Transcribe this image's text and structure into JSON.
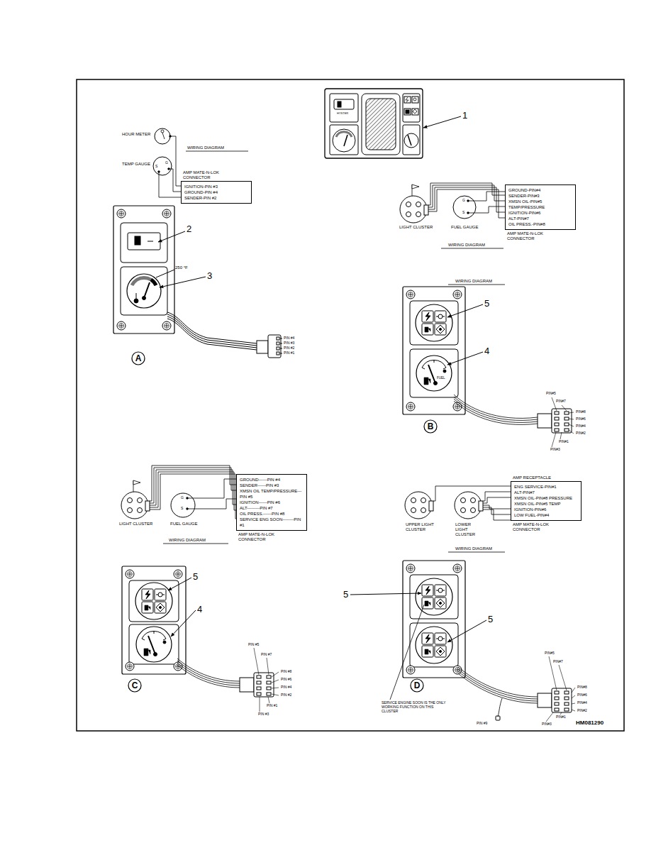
{
  "diagram": {
    "nodes": [
      {
        "text": [
          "IGNITION-PIN #3",
          "GROUND-PIN #4",
          "SENDER-PIN #2",
          "AMP MATE-N-LOK CONNECTOR"
        ]
      },
      {
        "text": [
          "GROUND-PIN#4",
          "SENDER-PIN#3",
          "XMSN OIL-PIN#5 TEMP/PRESSURE",
          "IGNITION-PIN#6",
          "ALT-PIN#7",
          "OIL PRESS.-PIN#8",
          "AMP MATE-N-LOK CONNECTOR"
        ]
      },
      {
        "text": [
          "GROUND------PIN #4",
          "SENDER------PIN #3",
          "XMSN OIL TEMP/PRESSURE---PIN #5",
          "IGNITION------PIN #6",
          "ALT---------PIN #7",
          "OIL PRESS.------PIN #8",
          "SERVICE ENG SOON--------PIN #1",
          "AMP MATE-N-LOK CONNECTOR"
        ]
      },
      {
        "text": [
          "AMP RECEPTACLE",
          "ENG SERVICE-PIN#1",
          "ALT-PIN#7",
          "XMSN OIL-PIN#8 PRESSURE",
          "XMSN OIL-PIN#5 TEMP",
          "IGNITION-PIN#6",
          "LOW FUEL-PIN#4",
          "AMP MATE-N-LOK CONNECTOR"
        ]
      }
    ],
    "labels": [
      "HOUR METER",
      "TEMP GAUGE",
      "WIRING DIAGRAM",
      "G",
      "S",
      "2",
      "250 °F",
      "3",
      "PIN #4",
      "PIN #3",
      "PIN #2",
      "PIN #1",
      "A",
      "1",
      "HYSTER",
      "LIGHT CLUSTER",
      "FUEL GAUGE",
      "G",
      "S",
      "WIRING DIAGRAM",
      "WIRING DIAGRAM",
      "5",
      "4",
      "FUEL",
      "PIN#5",
      "PIN#7",
      "PIN#8",
      "PIN#6",
      "PIN#4",
      "PIN#2",
      "PIN#1",
      "PIN#3",
      "B",
      "LIGHT CLUSTER",
      "FUEL GAUGE",
      "G",
      "S",
      "WIRING DIAGRAM",
      "5",
      "4",
      "PIN #5",
      "PIN #7",
      "PIN #8",
      "PIN #6",
      "PIN #4",
      "PIN #2",
      "PIN #1",
      "PIN #3",
      "C",
      "UPPER LIGHT CLUSTER",
      "LOWER LIGHT CLUSTER",
      "WIRING DIAGRAM",
      "5",
      "5",
      "PIN#5",
      "PIN#7",
      "PIN#8",
      "PIN#6",
      "PIN#4",
      "PIN#2",
      "PIN#1",
      "PIN#3",
      "PIN #9",
      "D",
      "SERVICE ENGINE SOON IS THE ONLY WORKING FUNCTION ON THIS CLUSTER",
      "HM081290"
    ]
  }
}
